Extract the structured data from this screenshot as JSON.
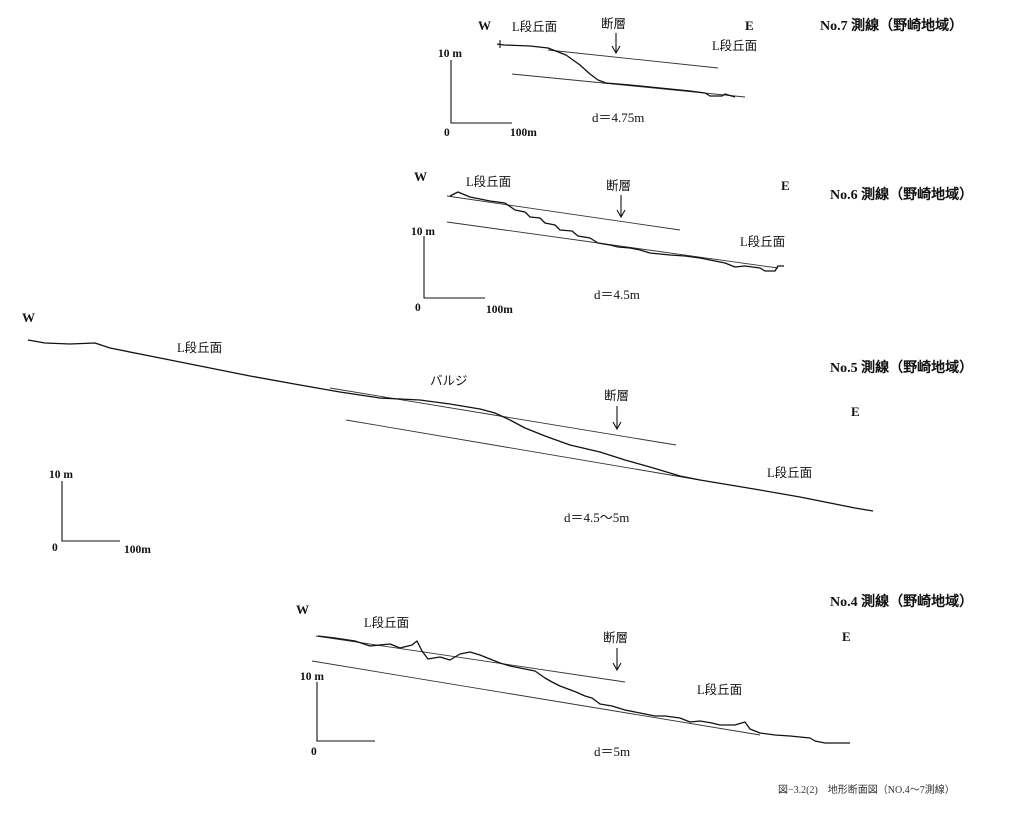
{
  "sections": [
    {
      "id": "no7",
      "title": "No.7 測線（野崎地域）",
      "west": "W",
      "east": "E",
      "terrace_upper": "L段丘面",
      "terrace_lower": "L段丘面",
      "fault": "断層",
      "offset": "d＝4.75m",
      "scale_v": "10 m",
      "scale_origin": "0",
      "scale_h": "100m"
    },
    {
      "id": "no6",
      "title": "No.6 測線（野崎地域）",
      "west": "W",
      "east": "E",
      "terrace_upper": "L段丘面",
      "terrace_lower": "L段丘面",
      "fault": "断層",
      "offset": "d＝4.5m",
      "scale_v": "10 m",
      "scale_origin": "0",
      "scale_h": "100m"
    },
    {
      "id": "no5",
      "title": "No.5 測線（野崎地域）",
      "west": "W",
      "east": "E",
      "terrace_upper": "L段丘面",
      "terrace_lower": "L段丘面",
      "bulge": "バルジ",
      "fault": "断層",
      "offset": "d＝4.5～5m",
      "scale_v": "10 m",
      "scale_origin": "0",
      "scale_h": "100m"
    },
    {
      "id": "no4",
      "title": "No.4 測線（野崎地域）",
      "west": "W",
      "east": "E",
      "terrace_upper": "L段丘面",
      "terrace_lower": "L段丘面",
      "fault": "断層",
      "offset": "d＝5m",
      "scale_v": "10 m",
      "scale_origin": "0"
    }
  ],
  "caption": "図−3.2(2)　地形断面図（NO.4～7測線）"
}
